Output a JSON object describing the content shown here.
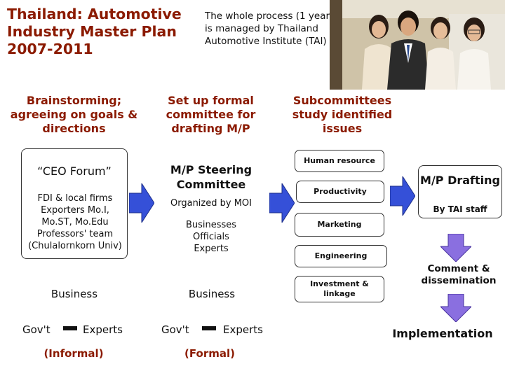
{
  "title": "Thailand: Automotive Industry Master Plan 2007-2011",
  "intro": "The whole process (1 year) is managed by Thailand Automotive Institute (TAI)",
  "arrow_glyph": "➔",
  "columns": {
    "col1_heading": "Brainstorming; agreeing on goals & directions",
    "col2_heading": "Set up formal committee for drafting M/P",
    "col3_heading": "Subcommittees study identified issues"
  },
  "ceo_box": {
    "title": "“CEO Forum”",
    "members": "FDI & local firms Exporters Mo.I, Mo.ST, Mo.Edu Professors' team (Chulalornkorn Univ)"
  },
  "steering_box": {
    "title": "M/P Steering Committee",
    "organizer": "Organized by MOI",
    "members": "Businesses Officials Experts"
  },
  "subcommittees": [
    "Human resource",
    "Productivity",
    "Marketing",
    "Engineering",
    "Investment & linkage"
  ],
  "drafting_box": {
    "title": "M/P Drafting",
    "subtitle": "By TAI staff"
  },
  "steps": {
    "comment": "Comment & dissemination",
    "implementation": "Implementation"
  },
  "triangle_informal": {
    "top": "Business",
    "left": "Gov't",
    "right": "Experts",
    "caption": "(Informal)"
  },
  "triangle_formal": {
    "top": "Business",
    "left": "Gov't",
    "right": "Experts",
    "caption": "(Formal)"
  },
  "colors": {
    "maroon": "#8b1a00",
    "arrow_blue": "#3550d8",
    "violet": "#8a6fe0"
  }
}
